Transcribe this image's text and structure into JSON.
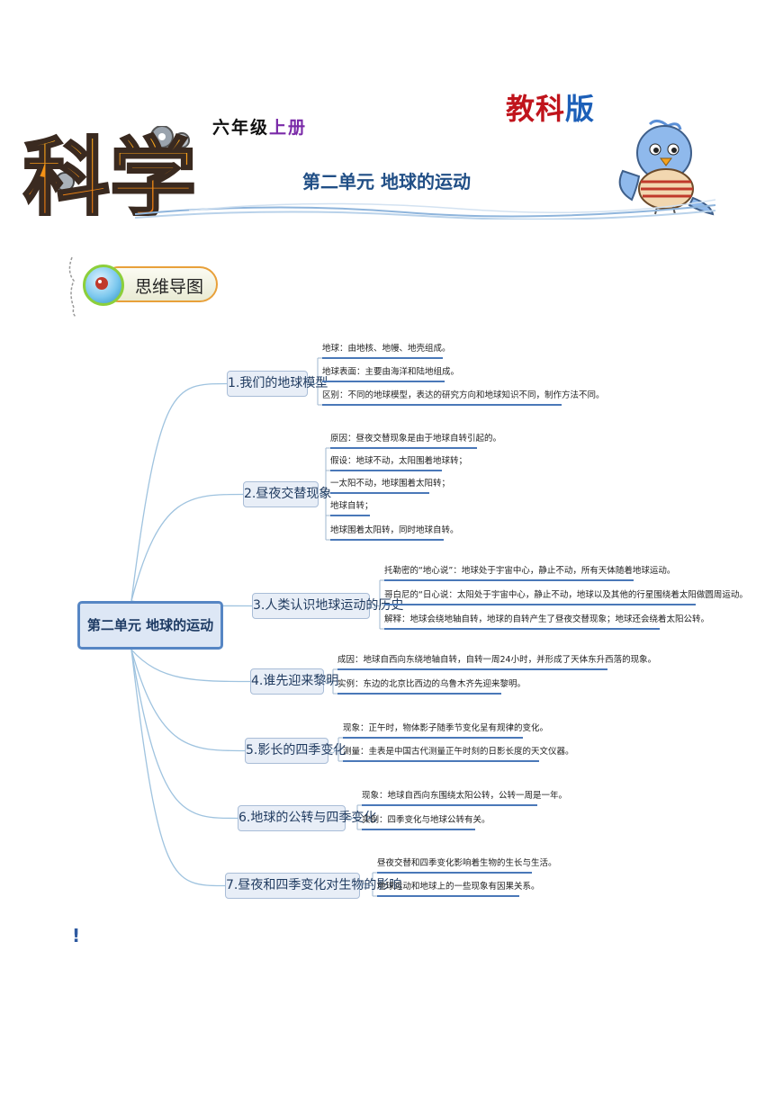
{
  "header": {
    "edition_part1": "教科",
    "edition_part2": "版",
    "grade_part1": "六年级",
    "grade_part2": "上册",
    "logo_text": "科学",
    "unit_title": "第二单元  地球的运动"
  },
  "section_badge": {
    "label": "思维导图"
  },
  "mindmap": {
    "root": "第二单元 地球的运动",
    "branches": [
      {
        "label": "1.我们的地球模型",
        "leaves": [
          "地球：由地核、地幔、地壳组成。",
          "地球表面：主要由海洋和陆地组成。",
          "区别：不同的地球模型，表达的研究方向和地球知识不同，制作方法不同。"
        ]
      },
      {
        "label": "2.昼夜交替现象",
        "leaves": [
          "原因：昼夜交替现象是由于地球自转引起的。",
          "假设：地球不动，太阳围着地球转；",
          "一太阳不动，地球围着太阳转；",
          "地球自转；",
          "地球围着太阳转，同时地球自转。"
        ]
      },
      {
        "label": "3.人类认识地球运动的历史",
        "leaves": [
          "托勒密的“地心说”：地球处于宇宙中心，静止不动，所有天体随着地球运动。",
          "哥白尼的“日心说：太阳处于宇宙中心，静止不动，地球以及其他的行星围绕着太阳做圆周运动。",
          "解释：地球会绕地轴自转，地球的自转产生了昼夜交替现象；地球还会绕着太阳公转。"
        ]
      },
      {
        "label": "4.谁先迎来黎明",
        "leaves": [
          "成因：地球自西向东绕地轴自转，自转一周24小时，并形成了天体东升西落的现象。",
          "实例：东边的北京比西边的乌鲁木齐先迎来黎明。"
        ]
      },
      {
        "label": "5.影长的四季变化",
        "leaves": [
          "现象：正午时，物体影子随季节变化呈有规律的变化。",
          "测量：圭表是中国古代测量正午时刻的日影长度的天文仪器。"
        ]
      },
      {
        "label": "6.地球的公转与四季变化",
        "leaves": [
          "现象：地球自西向东围绕太阳公转，公转一周是一年。",
          "实例：四季变化与地球公转有关。"
        ]
      },
      {
        "label": "7.昼夜和四季变化对生物的影响",
        "leaves": [
          "昼夜交替和四季变化影响着生物的生长与生活。",
          "地球运动和地球上的一些现象有因果关系。"
        ]
      }
    ]
  },
  "footer_mark": "!",
  "colors": {
    "node_border": "#a9bdd7",
    "node_fill": "#e8eef7",
    "root_border": "#5686c4",
    "underline": "#4a78b8",
    "connector": "#9fc3df"
  }
}
